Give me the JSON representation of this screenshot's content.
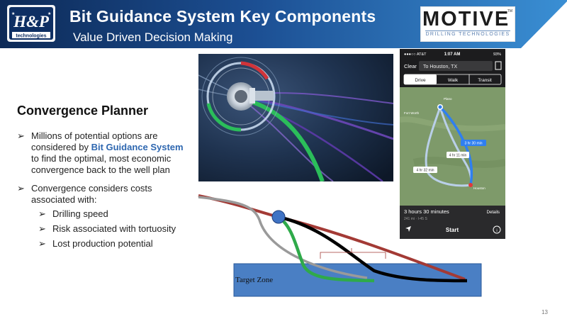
{
  "header": {
    "title": "Bit Guidance System Key Components",
    "subtitle": "Value Driven Decision Making",
    "hp_logo": {
      "main": "H&P",
      "caption": "technologies"
    },
    "motive_logo": {
      "word": "MOTIVE",
      "tm": "TM",
      "caption": "DRILLING TECHNOLOGIES"
    }
  },
  "content": {
    "section_title": "Convergence Planner",
    "bullet1": {
      "before": "Millions of potential options are considered by ",
      "highlight": "Bit Guidance System",
      "after": " to find the optimal, most economic convergence back to the well plan"
    },
    "bullet2": "Convergence considers costs associated with:",
    "sub_bullets": [
      "Drilling speed",
      "Risk associated with tortuosity",
      "Lost production potential"
    ],
    "arrow_symbol": "➢"
  },
  "phone": {
    "carrier": "●●●○○ AT&T",
    "time": "1:07 AM",
    "battery": "93%",
    "clear": "Clear",
    "destination": "To Houston, TX",
    "tabs": [
      "Drive",
      "Walk",
      "Transit"
    ],
    "route_labels": [
      "3 hr 30 min",
      "4 hr 11 min",
      "4 hr 32 min"
    ],
    "cities": [
      "Fort Worth",
      "Plano",
      "Houston"
    ],
    "summary": "3 hours 30 minutes",
    "summary_sub": "241 mi · I-45 S",
    "details": "Details",
    "start": "Start"
  },
  "diagram": {
    "zone_label": "Target Zone"
  },
  "colors": {
    "header_dark": "#0d2a57",
    "header_light": "#3a8fd4",
    "plan_line": "#a33a35",
    "bit_marker": "#3f73c4",
    "target_zone": "#4a7fc4",
    "option_gray": "#9a9a9a",
    "option_green": "#2faa4a",
    "option_black": "#000000"
  },
  "slide_number": "13"
}
